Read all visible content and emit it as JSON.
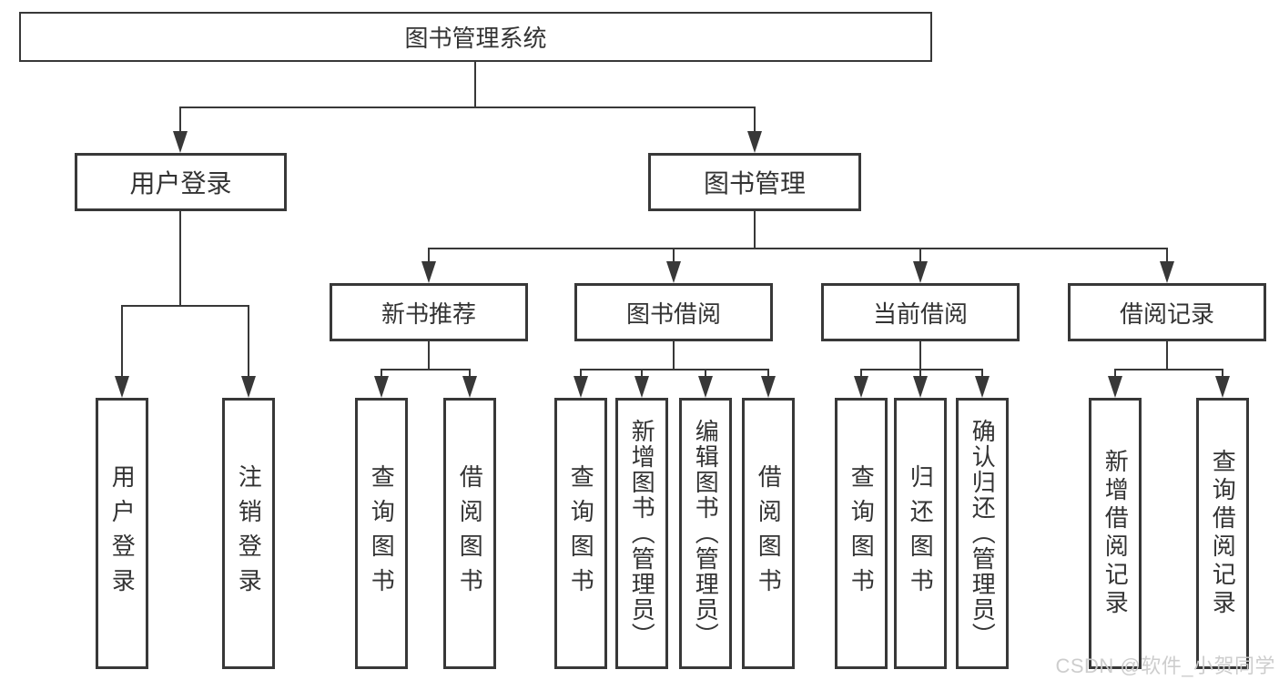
{
  "diagram": {
    "root": {
      "label": "图书管理系统"
    },
    "level2": [
      {
        "label": "用户登录"
      },
      {
        "label": "图书管理"
      }
    ],
    "level3": [
      {
        "label": "新书推荐"
      },
      {
        "label": "图书借阅"
      },
      {
        "label": "当前借阅"
      },
      {
        "label": "借阅记录"
      }
    ],
    "leaf_groups": [
      {
        "parent": "用户登录",
        "items": [
          {
            "label": "用户登录"
          },
          {
            "label": "注销登录"
          }
        ]
      },
      {
        "parent": "新书推荐",
        "items": [
          {
            "label": "查询图书"
          },
          {
            "label": "借阅图书"
          }
        ]
      },
      {
        "parent": "图书借阅",
        "items": [
          {
            "label": "查询图书"
          },
          {
            "label": "新增图书（管理员）"
          },
          {
            "label": "编辑图书（管理员）"
          },
          {
            "label": "借阅图书"
          }
        ]
      },
      {
        "parent": "当前借阅",
        "items": [
          {
            "label": "查询图书"
          },
          {
            "label": "归还图书"
          },
          {
            "label": "确认归还（管理员）"
          }
        ]
      },
      {
        "parent": "借阅记录",
        "items": [
          {
            "label": "新增借阅记录"
          },
          {
            "label": "查询借阅记录"
          }
        ]
      }
    ]
  },
  "watermark": {
    "text": "CSDN @软件_小贺同学"
  },
  "colors": {
    "line": "#383838",
    "text": "#333333",
    "watermark_text": "#cbcbcb",
    "background": "#ffffff"
  }
}
